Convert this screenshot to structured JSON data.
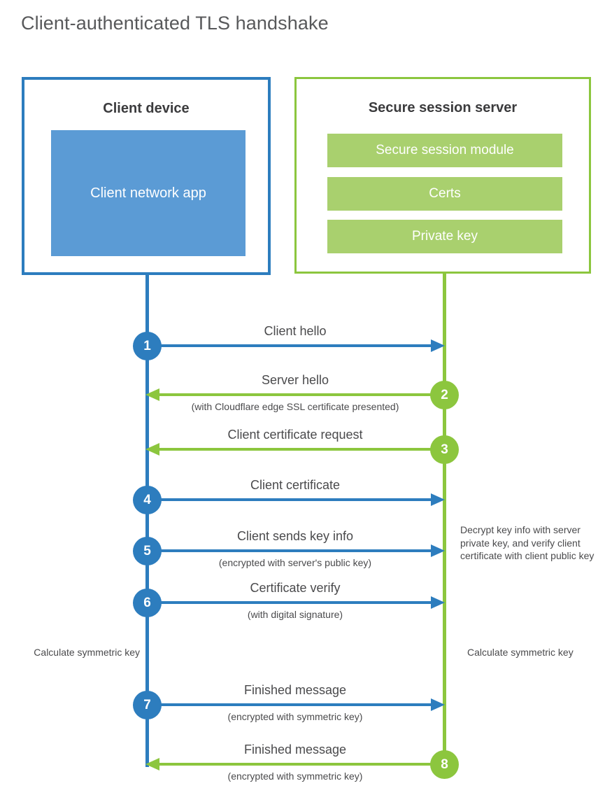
{
  "title": "Client-authenticated TLS handshake",
  "colors": {
    "client_blue": "#2d7dbe",
    "client_app_fill": "#5b9bd5",
    "server_green": "#8cc63e",
    "server_bar_fill": "#a9d06e",
    "text_gray": "#4a4a4c",
    "title_gray": "#58595b"
  },
  "client": {
    "title": "Client device",
    "app_label": "Client network app"
  },
  "server": {
    "title": "Secure session server",
    "modules": [
      "Secure session module",
      "Certs",
      "Private key"
    ]
  },
  "messages": [
    {
      "step": "1",
      "label": "Client hello",
      "sublabel": "",
      "direction": "to-server",
      "origin": "client"
    },
    {
      "step": "2",
      "label": "Server hello",
      "sublabel": "(with Cloudflare edge SSL certificate presented)",
      "direction": "to-client",
      "origin": "server"
    },
    {
      "step": "3",
      "label": "Client certificate request",
      "sublabel": "",
      "direction": "to-client",
      "origin": "server"
    },
    {
      "step": "4",
      "label": "Client certificate",
      "sublabel": "",
      "direction": "to-server",
      "origin": "client"
    },
    {
      "step": "5",
      "label": "Client sends key info",
      "sublabel": "(encrypted with server's public key)",
      "direction": "to-server",
      "origin": "client"
    },
    {
      "step": "6",
      "label": "Certificate verify",
      "sublabel": "(with digital signature)",
      "direction": "to-server",
      "origin": "client"
    },
    {
      "step": "7",
      "label": "Finished message",
      "sublabel": "(encrypted with symmetric key)",
      "direction": "to-server",
      "origin": "client"
    },
    {
      "step": "8",
      "label": "Finished message",
      "sublabel": "(encrypted with symmetric key)",
      "direction": "to-client",
      "origin": "server"
    }
  ],
  "annotations": {
    "decrypt_note": "Decrypt key info with server private key, and verify client certificate with client public key",
    "calculate_client": "Calculate symmetric key",
    "calculate_server": "Calculate symmetric key"
  }
}
